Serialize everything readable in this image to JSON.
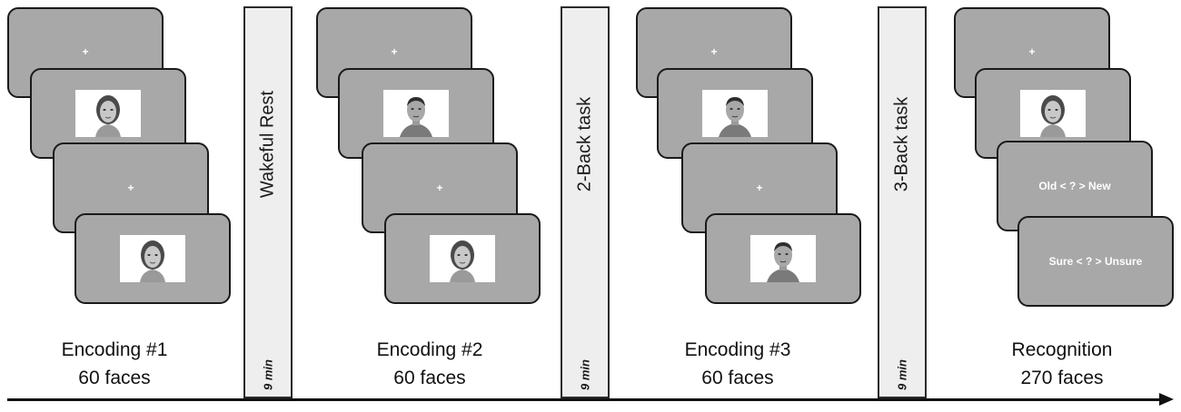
{
  "phases": [
    {
      "title": "Encoding #1",
      "count": "60 faces"
    },
    {
      "title": "Encoding #2",
      "count": "60 faces"
    },
    {
      "title": "Encoding #3",
      "count": "60 faces"
    },
    {
      "title": "Recognition",
      "count": "270 faces"
    }
  ],
  "intervals": [
    {
      "label": "Wakeful Rest",
      "duration": "9 min"
    },
    {
      "label": "2-Back task",
      "duration": "9 min"
    },
    {
      "label": "3-Back task",
      "duration": "9 min"
    }
  ],
  "screens": {
    "fixation": "+",
    "old_new_prompt": "Old < ? > New",
    "confidence_prompt": "Sure < ? > Unsure"
  },
  "colors": {
    "screen_fill": "#a8a8a8",
    "screen_border": "#1a1a1a",
    "interval_fill": "#eeeeee",
    "text_on_screen": "#ffffff"
  },
  "icons": [
    "female-face-icon",
    "male-face-icon",
    "fixation-cross-icon",
    "timeline-arrow-icon"
  ]
}
